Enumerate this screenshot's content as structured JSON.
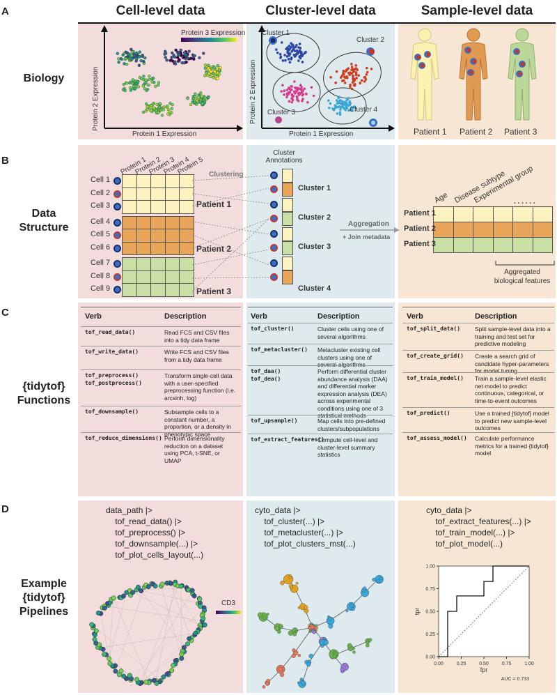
{
  "headers": {
    "cell": "Cell-level data",
    "cluster": "Cluster-level data",
    "sample": "Sample-level data"
  },
  "sections": {
    "a": "A",
    "b": "B",
    "c": "C",
    "d": "D"
  },
  "row_labels": {
    "biology": "Biology",
    "data_structure_1": "Data",
    "data_structure_2": "Structure",
    "functions_1": "{tidytof}",
    "functions_2": "Functions",
    "pipelines_1": "Example",
    "pipelines_2": "{tidytof}",
    "pipelines_3": "Pipelines"
  },
  "biology": {
    "cell_xlabel": "Protein 1 Expression",
    "cell_ylabel": "Protein 2 Expression",
    "cell_legend": "Protein 3 Expression",
    "cluster_xlabel": "Protein 1 Expression",
    "cluster_ylabel": "Protein 2 Expression",
    "clusters": [
      "Cluster 1",
      "Cluster 2",
      "Cluster 3",
      "Cluster 4"
    ],
    "patients": [
      "Patient 1",
      "Patient 2",
      "Patient 3"
    ]
  },
  "structure": {
    "proteins": [
      "Protein 1",
      "Protein 2",
      "Protein 3",
      "Protein 4",
      "Protein 5"
    ],
    "cells": [
      "Cell 1",
      "Cell 2",
      "Cell 3",
      "Cell 4",
      "Cell 5",
      "Cell 6",
      "Cell 7",
      "Cell 8",
      "Cell 9"
    ],
    "patients": [
      "Patient 1",
      "Patient 2",
      "Patient 3"
    ],
    "clustering": "Clustering",
    "cluster_annotations_1": "Cluster",
    "cluster_annotations_2": "Annotations",
    "clusters": [
      "Cluster 1",
      "Cluster 2",
      "Cluster 3",
      "Cluster 4"
    ],
    "aggregation": "Aggregation",
    "join_metadata": "+ Join metadata",
    "sample_cols": [
      "Age",
      "Disease subtype",
      "Experimental group"
    ],
    "dots": ". . . . . .",
    "aggregated_1": "Aggregated",
    "aggregated_2": "biological features"
  },
  "functions": {
    "verb_header": "Verb",
    "desc_header": "Description",
    "cell": [
      {
        "verb": "tof_read_data()",
        "desc": "Read FCS and CSV files into a tidy data frame"
      },
      {
        "verb": "tof_write_data()",
        "desc": "Write FCS and CSV files from a tidy data frame"
      },
      {
        "verb": "tof_preprocess()\ntof_postprocess()",
        "desc": "Transform single-cell data with a user-specified preprocessing function (i.e. arcsinh, log)"
      },
      {
        "verb": "tof_downsample()",
        "desc": "Subsample cells to a constant number, a proportion, or a density in phenotypic space"
      },
      {
        "verb": "tof_reduce_dimensions()",
        "desc": "Perform dimensionality reduction on a dataset using PCA, t-SNE, or UMAP"
      }
    ],
    "cluster": [
      {
        "verb": "tof_cluster()",
        "desc": "Cluster cells using one of several algorithms"
      },
      {
        "verb": "tof_metacluster()",
        "desc": "Metacluster existing cell clusters using one of several algorithms"
      },
      {
        "verb": "tof_daa()\ntof_dea()",
        "desc": "Perform differential cluster abundance analysis (DAA) and differential marker expression analysis (DEA) across experimental conditions using one of 3 statistical methods"
      },
      {
        "verb": "tof_upsample()",
        "desc": "Map cells into pre-defined clusters/subpopulations"
      },
      {
        "verb": "tof_extract_features()",
        "desc": "Compute cell-level and cluster-level summary statistics"
      }
    ],
    "sample": [
      {
        "verb": "tof_split_data()",
        "desc": "Split sample-level data into a training and test set for predictive modeling"
      },
      {
        "verb": "tof_create_grid()",
        "desc": "Create a search grid of candidate hyper-parameters for model tuning"
      },
      {
        "verb": "tof_train_model()",
        "desc": "Train a sample-level elastic net model to predict continuous, categorical, or time-to-event outcomes"
      },
      {
        "verb": "tof_predict()",
        "desc": "Use a trained {tidytof} model to predict new sample-level outcomes"
      },
      {
        "verb": "tof_assess_model()",
        "desc": "Calculate performance metrics for a trained {tidytof} model"
      }
    ]
  },
  "pipelines": {
    "cell_code": "data_path |>\n    tof_read_data() |>\n    tof_preprocess() |>\n    tof_downsample(...) |>\n    tof_plot_cells_layout(...)",
    "cluster_code": "cyto_data |>\n    tof_cluster(...) |>\n    tof_metacluster(...) |>\n    tof_plot_clusters_mst(...)",
    "sample_code": "cyto_data |>\n    tof_extract_features(...) |>\n    tof_train_model(...) |>\n    tof_plot_model(...)",
    "cd3_label": "CD3",
    "roc": {
      "xlabel": "fpr",
      "ylabel": "tpr",
      "auc": "AUC = 0.733",
      "xticks": [
        "0.00",
        "0.25",
        "0.50",
        "0.75",
        "1.00"
      ],
      "yticks": [
        "0.00",
        "0.25",
        "0.50",
        "0.75",
        "1.00"
      ]
    }
  },
  "colors": {
    "cell_bg": "#f3dcdc",
    "cluster_bg": "#dfeaee",
    "sample_bg": "#f7e6d3",
    "patient1": "#fbf2c0",
    "patient2": "#e8a55a",
    "patient3": "#c9dfa5"
  }
}
